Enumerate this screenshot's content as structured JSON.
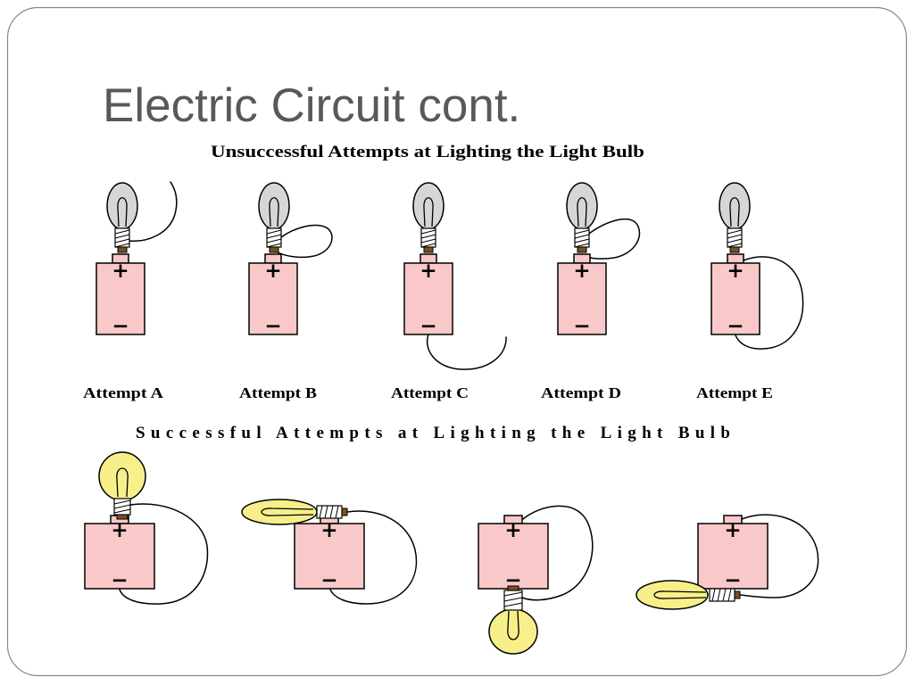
{
  "slide": {
    "title": "Electric Circuit cont."
  },
  "diagram": {
    "unsuccessful_heading": "Unsuccessful Attempts at Lighting the Light Bulb",
    "successful_heading": "Successful Attempts at Lighting the Light Bulb",
    "attempt_labels": [
      "Attempt A",
      "Attempt B",
      "Attempt C",
      "Attempt D",
      "Attempt E"
    ],
    "battery_plus": "+",
    "battery_minus": "−"
  },
  "colors": {
    "title_text": "#595959",
    "frame_border": "#8a8a8a",
    "battery_fill": "#f9c8c8",
    "bulb_off": "#d6d6d6",
    "bulb_on": "#f7ef8a",
    "bulb_contact": "#7a4f1f",
    "wire": "#000000"
  }
}
